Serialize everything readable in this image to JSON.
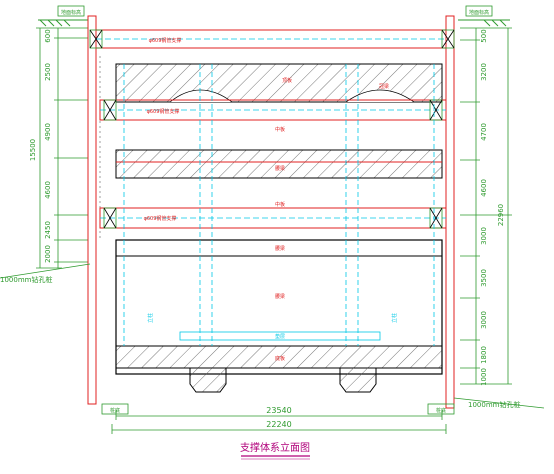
{
  "title": "支撑体系立面图",
  "colors": {
    "background": "#ffffff",
    "line": "#000000",
    "red": "#e02020",
    "cyan": "#00c8e6",
    "dim": "#2e9a2e",
    "hatch": "#555555",
    "title": "#b0007a"
  },
  "labels": {
    "top_left_tag": "地面标高",
    "top_right_tag": "地面标高",
    "left_pile_note": "1000mm钻孔桩",
    "right_pile_note": "1000mm钻孔桩",
    "left_bottom_tag": "桩底",
    "right_bottom_tag": "桩底",
    "strut1": "φ609钢管支撑",
    "strut2": "φ609钢管支撑",
    "strut3": "φ609钢管支撑",
    "slab1": "顶板",
    "slab2": "中板",
    "slab3": "中板",
    "slab4": "底板",
    "beam1": "冠梁",
    "beam2": "腰梁",
    "beam3": "腰梁",
    "beam4": "腰梁",
    "left_col": "立柱",
    "right_col": "立柱",
    "base": "垫层",
    "bottom_plate": "底板"
  },
  "dimensions": {
    "left_segments": [
      "600",
      "2500",
      "4900",
      "4600",
      "2450",
      "2000"
    ],
    "left_total": "15500",
    "right_segments": [
      "500",
      "3200",
      "4700",
      "4600",
      "3000",
      "3500",
      "3000",
      "1800",
      "1000"
    ],
    "right_total": "22960",
    "bottom_inner": "23540",
    "bottom_outer": "22240"
  }
}
